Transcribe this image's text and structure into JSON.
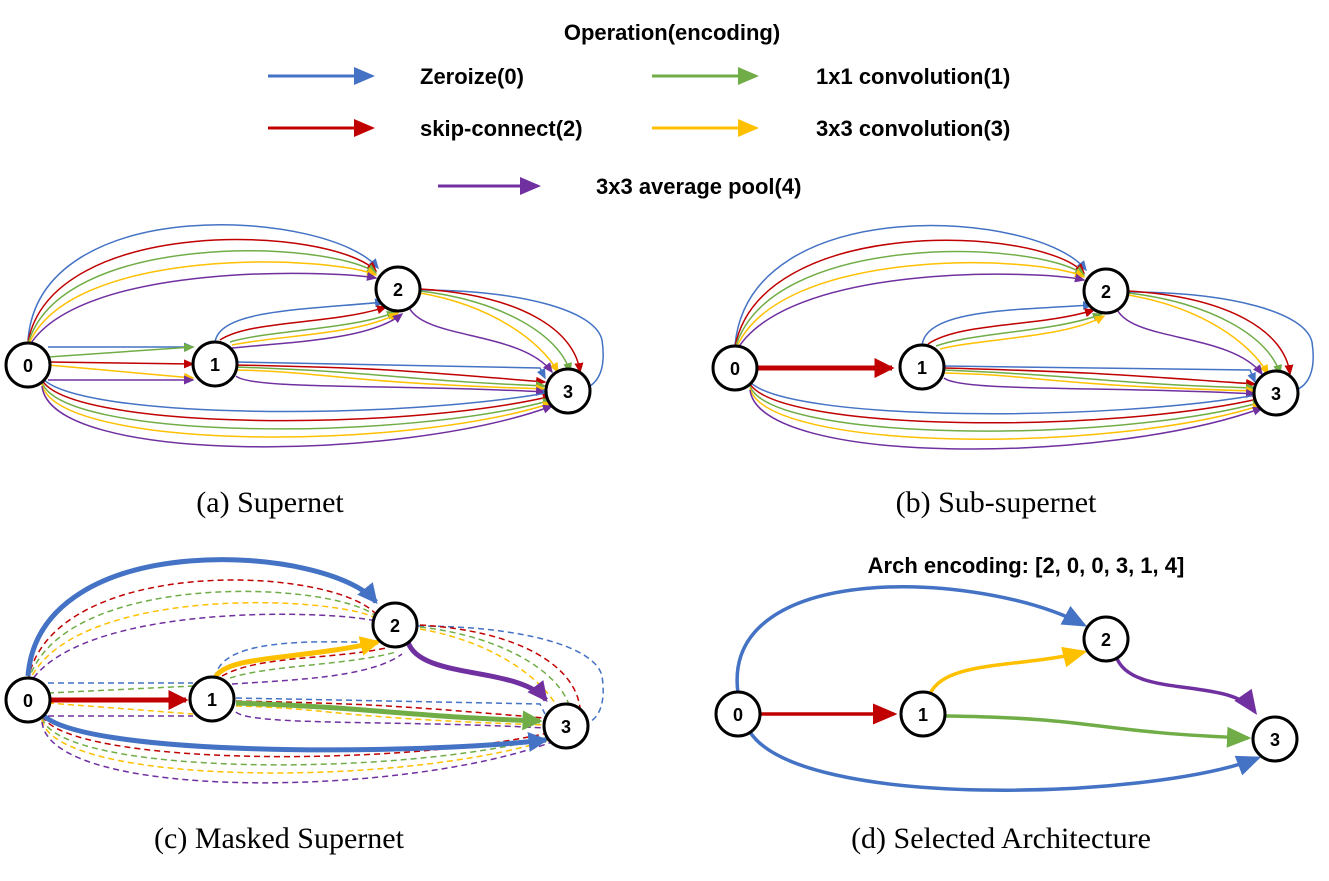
{
  "colors": {
    "zeroize": "#4472C4",
    "conv1x1": "#70AD47",
    "skip": "#C00000",
    "conv3x3": "#FFC000",
    "avgpool": "#7030A0"
  },
  "legend": {
    "title": "Operation(encoding)",
    "items": [
      {
        "label": "Zeroize(0)",
        "color": "zeroize"
      },
      {
        "label": "1x1 convolution(1)",
        "color": "conv1x1"
      },
      {
        "label": "skip-connect(2)",
        "color": "skip"
      },
      {
        "label": "3x3 convolution(3)",
        "color": "conv3x3"
      },
      {
        "label": "3x3 average pool(4)",
        "color": "avgpool"
      }
    ]
  },
  "nodes": [
    "0",
    "1",
    "2",
    "3"
  ],
  "panels": {
    "a": {
      "caption": "(a) Supernet"
    },
    "b": {
      "caption": "(b) Sub-supernet"
    },
    "c": {
      "caption": "(c) Masked Supernet"
    },
    "d": {
      "caption": "(d) Selected Architecture",
      "header": "Arch encoding: [2, 0, 0, 3, 1, 4]"
    }
  }
}
